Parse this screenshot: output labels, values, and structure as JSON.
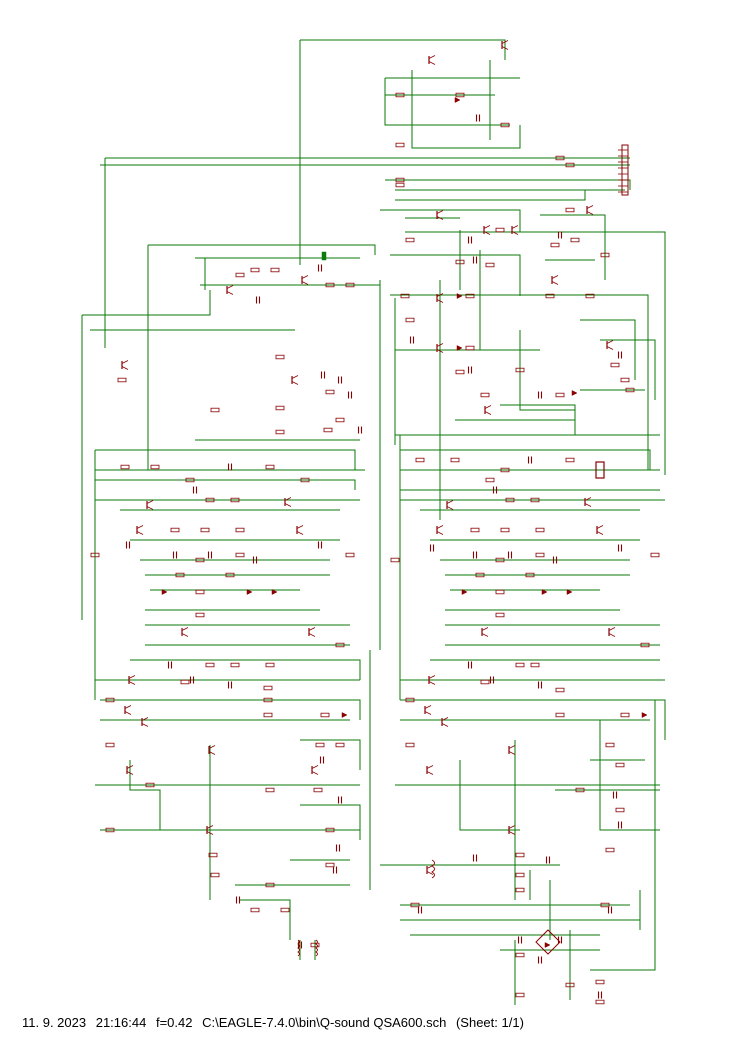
{
  "footer": {
    "date": "11. 9. 2023",
    "time": "21:16:44",
    "scale": "f=0.42",
    "path": "C:\\EAGLE-7.4.0\\bin\\Q-sound QSA600.sch",
    "sheet": "(Sheet: 1/1)"
  },
  "colors": {
    "wire": "#0a7a0a",
    "component": "#8b0000",
    "text": "#000000",
    "background": "#ffffff"
  }
}
